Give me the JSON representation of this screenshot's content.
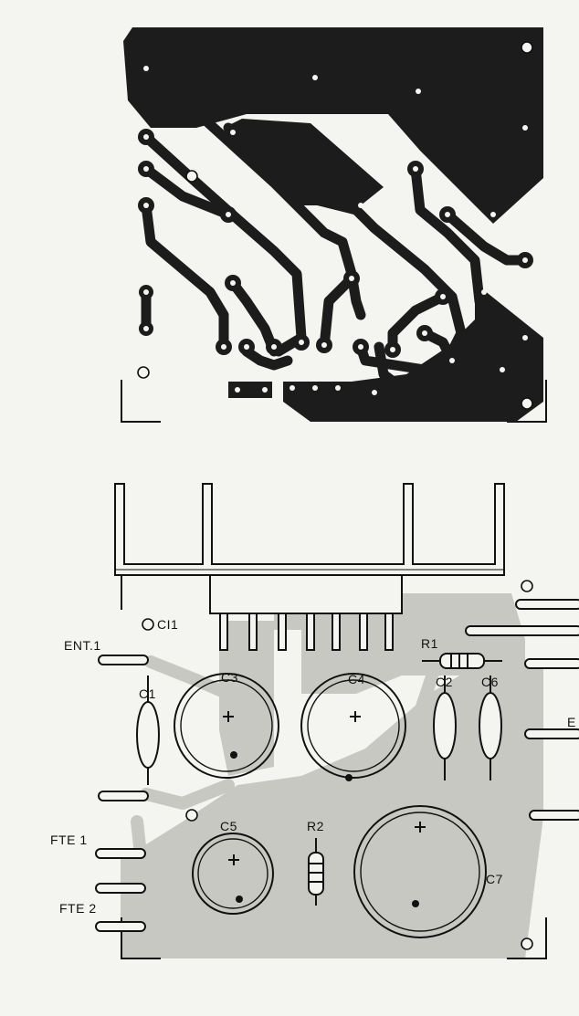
{
  "figure": {
    "ic_label": "CI1",
    "components": {
      "c1": "C1",
      "c2": "C2",
      "c3": "C3",
      "c4": "C4",
      "c5": "C5",
      "c6": "C6",
      "c7": "C7",
      "r1": "R1",
      "r2": "R2"
    },
    "terminals": {
      "ent1": "ENT.1",
      "fte1": "FTE 1",
      "fte2": "FTE 2",
      "right_cut": "E"
    },
    "colors": {
      "copper_dark": "#1c1c1c",
      "copper_light": "#c8c8c3",
      "paper": "#f4f4f1",
      "ink": "#111111"
    }
  }
}
